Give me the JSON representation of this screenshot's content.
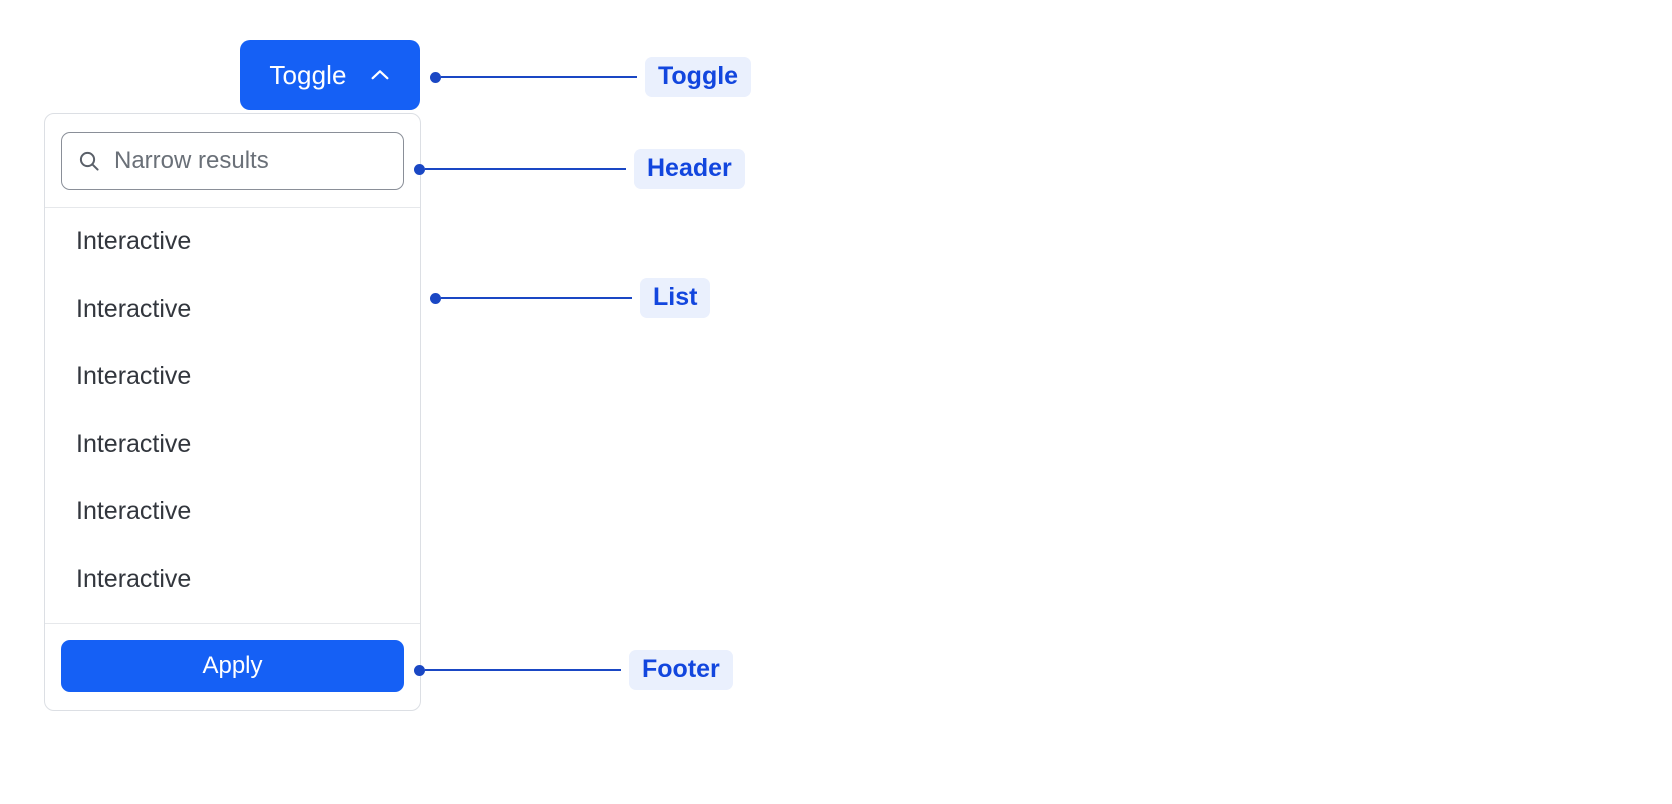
{
  "colors": {
    "primary": "#1560f5",
    "annotation": "#1a47c4",
    "annotation_text": "#1246de",
    "annotation_bg": "#eaf0fd",
    "panel_border": "#dcdfe4",
    "divider": "#e6e8eb",
    "input_border": "#8a8f98",
    "item_text": "#32363d",
    "placeholder_text": "#6a7078"
  },
  "toggle": {
    "label": "Toggle",
    "icon": "chevron-up-icon",
    "expanded": true
  },
  "dropdown": {
    "header": {
      "search": {
        "icon": "search-icon",
        "placeholder": "Narrow results",
        "value": ""
      }
    },
    "list": {
      "items": [
        {
          "label": "Interactive"
        },
        {
          "label": "Interactive"
        },
        {
          "label": "Interactive"
        },
        {
          "label": "Interactive"
        },
        {
          "label": "Interactive"
        },
        {
          "label": "Interactive"
        }
      ]
    },
    "footer": {
      "apply_label": "Apply"
    }
  },
  "annotations": [
    {
      "label": "Toggle"
    },
    {
      "label": "Header"
    },
    {
      "label": "List"
    },
    {
      "label": "Footer"
    }
  ]
}
